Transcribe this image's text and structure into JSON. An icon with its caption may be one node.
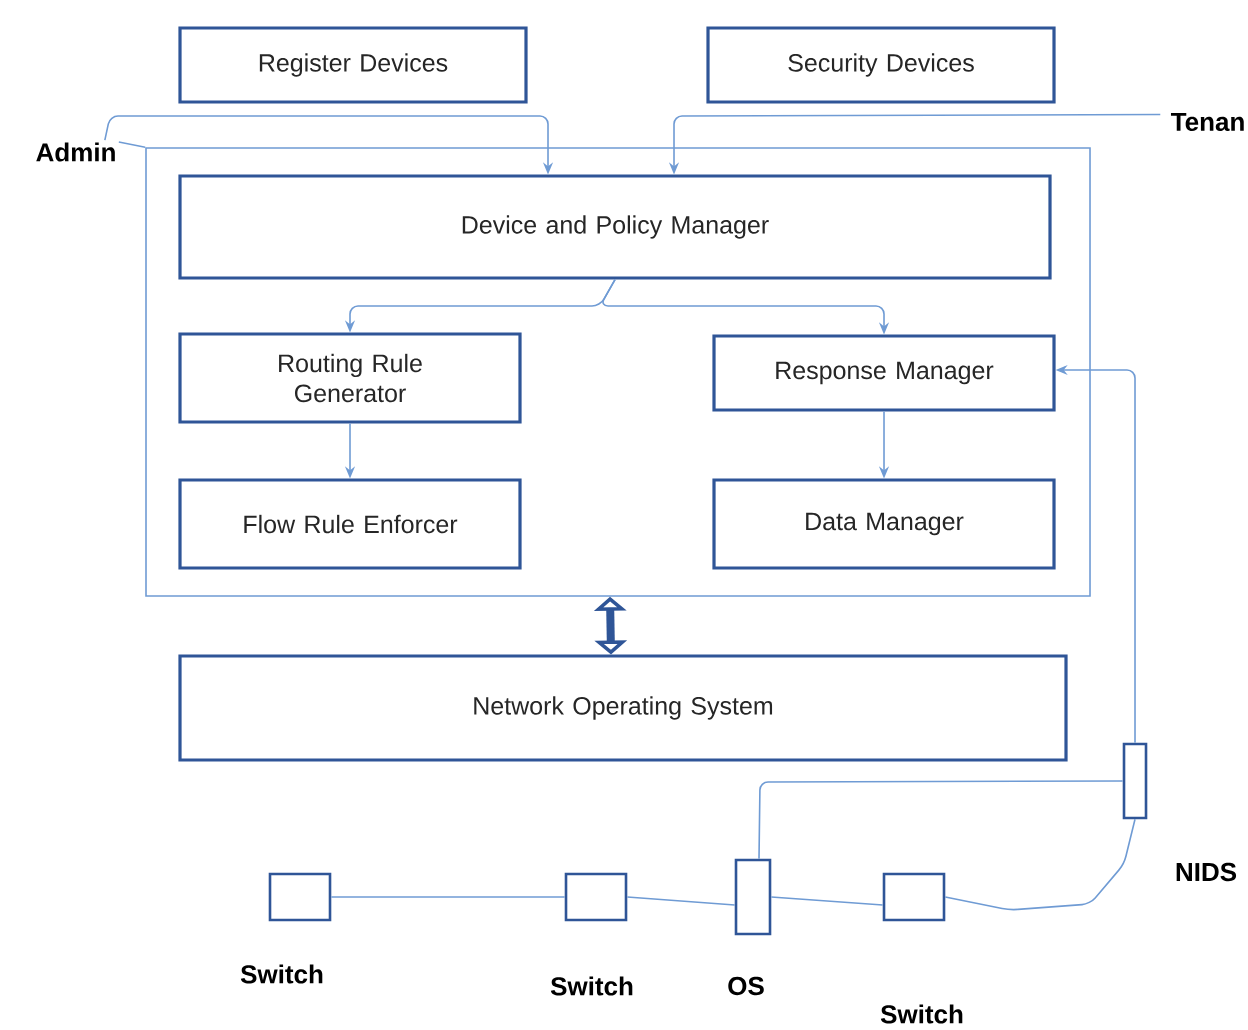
{
  "diagram": {
    "nodes": [
      {
        "text": [
          "Admin"
        ]
      },
      {
        "text": [
          "Tenan"
        ]
      },
      {
        "text": [
          "Register Devices"
        ]
      },
      {
        "text": [
          "Security Devices"
        ]
      },
      {
        "text": [],
        "shape": "box"
      },
      {
        "text": [
          "Device and Policy Manager"
        ],
        "in": 4
      },
      {
        "text": [
          "Routing Rule Generator"
        ],
        "in": 4
      },
      {
        "text": [
          "Response Manager"
        ],
        "in": 4
      },
      {
        "text": [
          "Flow Rule Enforcer"
        ],
        "in": 4
      },
      {
        "text": [
          "Data Manager"
        ],
        "in": 4
      },
      {
        "text": [
          "Network Operating System"
        ]
      },
      {
        "text": [
          "NIDS"
        ]
      },
      {
        "text": [
          "Switch"
        ]
      },
      {
        "text": [
          "Switch"
        ]
      },
      {
        "text": [
          "OS"
        ]
      },
      {
        "text": [
          "Switch"
        ]
      }
    ],
    "edges": [
      {
        "from": 0,
        "to": 5,
        "arrow": "to"
      },
      {
        "from": 1,
        "to": 5,
        "arrow": "to"
      },
      {
        "from": 0,
        "to": 4,
        "arrow": "none"
      },
      {
        "from": 5,
        "to": 6,
        "arrow": "to"
      },
      {
        "from": 5,
        "to": 7,
        "arrow": "to"
      },
      {
        "from": 6,
        "to": 8,
        "arrow": "to"
      },
      {
        "from": 7,
        "to": 9,
        "arrow": "to"
      },
      {
        "from": 4,
        "to": 10,
        "arrow": "both",
        "style": "thick",
        "color": "#2f5597"
      },
      {
        "from": 11,
        "to": 7,
        "arrow": "to"
      },
      {
        "from": 11,
        "to": 14,
        "arrow": "none"
      },
      {
        "from": 12,
        "to": 13,
        "arrow": "none"
      },
      {
        "from": 13,
        "to": 14,
        "arrow": "none"
      },
      {
        "from": 14,
        "to": 15,
        "arrow": "none"
      },
      {
        "from": 15,
        "to": 11,
        "arrow": "none"
      }
    ]
  }
}
